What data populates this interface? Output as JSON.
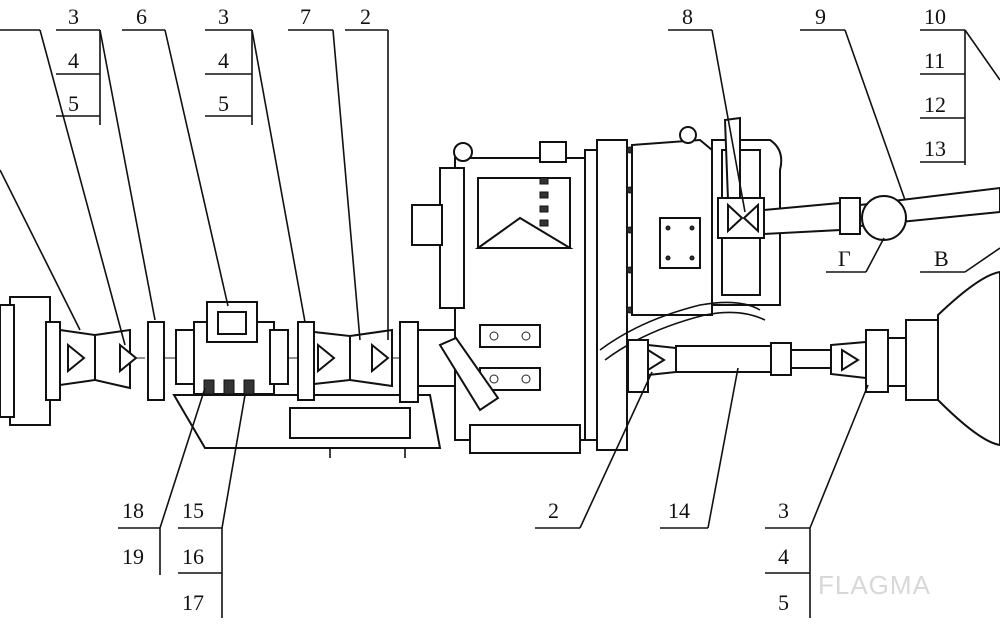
{
  "labels": {
    "top_left_stack": [
      "3",
      "4",
      "5"
    ],
    "top_6": "6",
    "top_mid_stack": [
      "3",
      "4",
      "5"
    ],
    "top_7": "7",
    "top_2": "2",
    "top_8": "8",
    "top_9": "9",
    "top_right_stack": [
      "10",
      "11",
      "12",
      "13"
    ],
    "letter_g": "Г",
    "letter_v": "В",
    "bottom_18_19": [
      "18",
      "19"
    ],
    "bottom_15_16_17": [
      "15",
      "16",
      "17"
    ],
    "bottom_2": "2",
    "bottom_14": "14",
    "bottom_right_stack": [
      "3",
      "4",
      "5"
    ]
  },
  "watermark": "FLAGMA",
  "colors": {
    "ink": "#111111",
    "background": "#ffffff",
    "watermark": "#d8d8d8"
  }
}
